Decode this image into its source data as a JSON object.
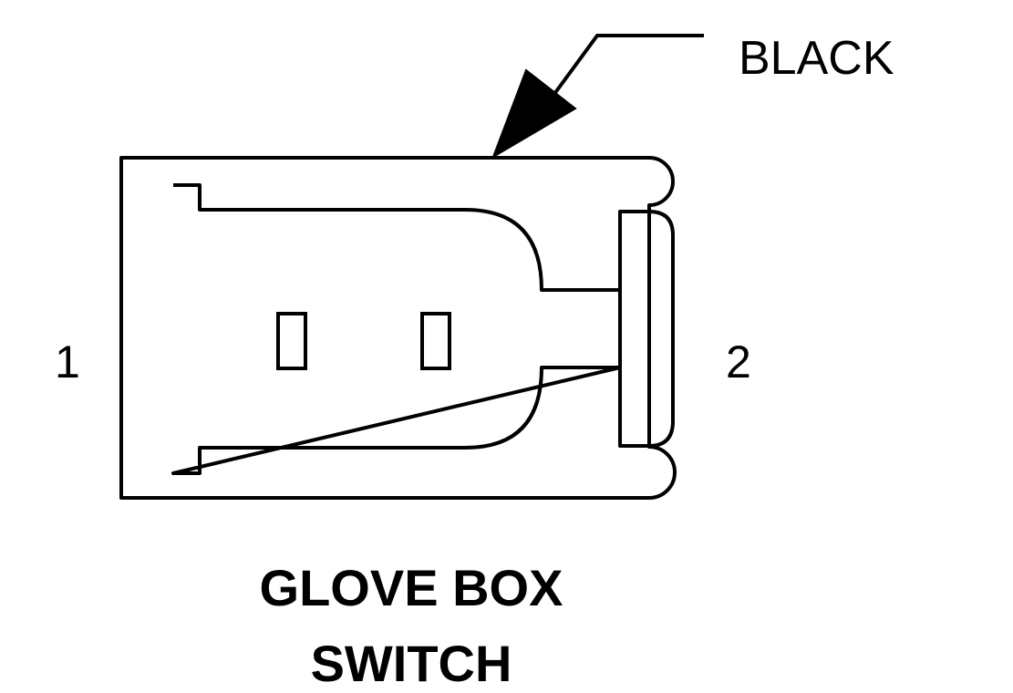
{
  "connector": {
    "wire_color_label": "BLACK",
    "pins": [
      {
        "label": "1"
      },
      {
        "label": "2"
      }
    ],
    "title_lines": [
      "GLOVE BOX",
      "SWITCH"
    ]
  },
  "colors": {
    "line": "#000000",
    "background": "#ffffff"
  }
}
